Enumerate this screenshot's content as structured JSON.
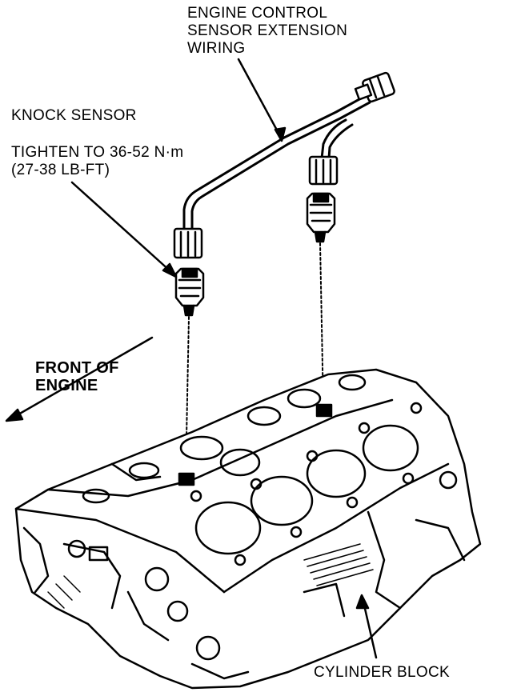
{
  "labels": {
    "wiring_line1": "ENGINE CONTROL",
    "wiring_line2": "SENSOR EXTENSION",
    "wiring_line3": "WIRING",
    "knock_sensor": "KNOCK SENSOR",
    "torque_line1": "TIGHTEN TO 36-52 N·m",
    "torque_line2": "(27-38 LB-FT)",
    "front_line1": "FRONT OF",
    "front_line2": "ENGINE",
    "cylinder_block": "CYLINDER BLOCK"
  },
  "colors": {
    "ink": "#000000",
    "paper": "#ffffff"
  }
}
